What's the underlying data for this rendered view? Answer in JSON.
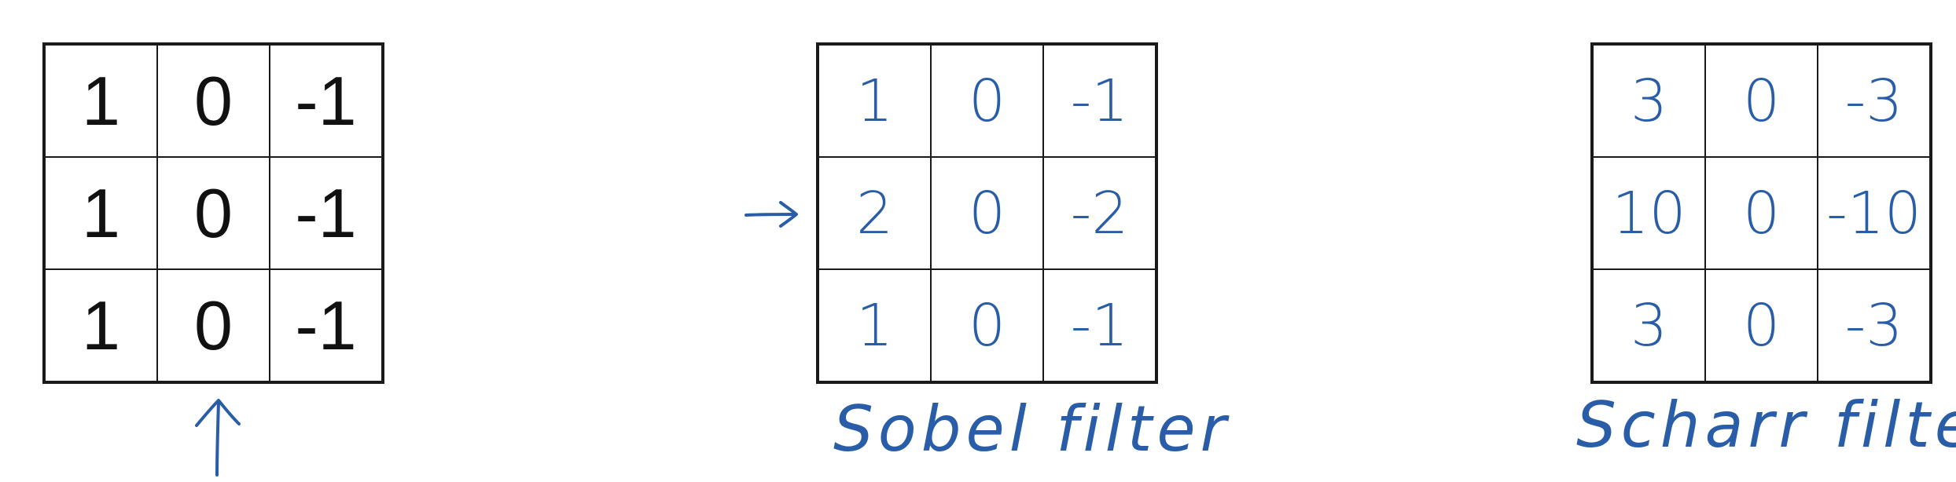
{
  "matrices": [
    {
      "id": "basic",
      "rows": [
        [
          "1",
          "0",
          "-1"
        ],
        [
          "1",
          "0",
          "-1"
        ],
        [
          "1",
          "0",
          "-1"
        ]
      ]
    },
    {
      "id": "sobel",
      "rows": [
        [
          "1",
          "0",
          "-1"
        ],
        [
          "2",
          "0",
          "-2"
        ],
        [
          "1",
          "0",
          "-1"
        ]
      ]
    },
    {
      "id": "scharr",
      "rows": [
        [
          "3",
          "0",
          "-3"
        ],
        [
          "10",
          "0",
          "-10"
        ],
        [
          "3",
          "0",
          "-3"
        ]
      ]
    }
  ],
  "captions": {
    "sobel": "Sobel filter",
    "scharr": "Scharr filter"
  },
  "colors": {
    "ink": "#2a5da8",
    "grid": "#1a1a1a",
    "typed_text": "#111111"
  },
  "icons": {
    "up_arrow": "hand-drawn-up-arrow-icon",
    "right_arrow": "hand-drawn-right-arrow-icon"
  }
}
